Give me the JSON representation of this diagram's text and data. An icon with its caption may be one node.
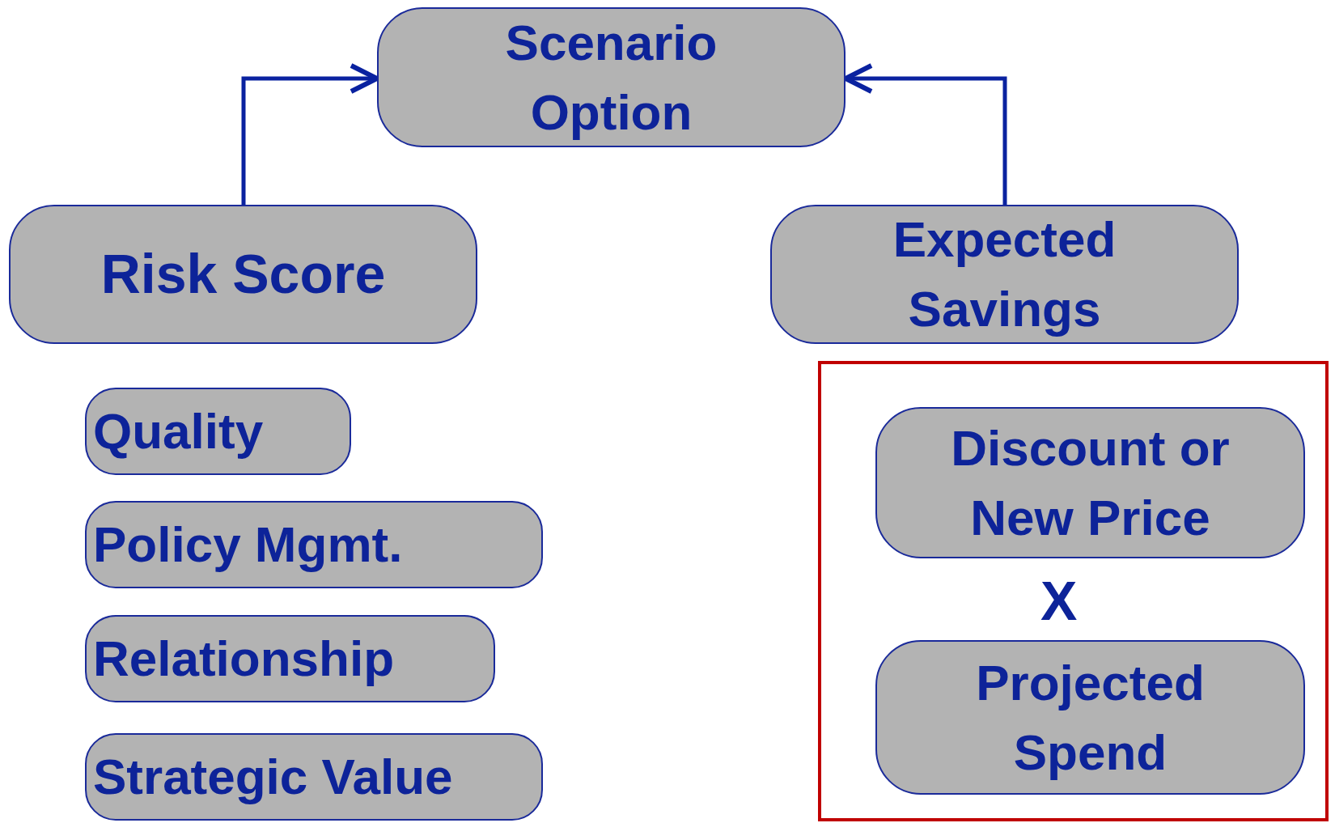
{
  "diagram": {
    "nodes": [
      {
        "text": [
          "Scenario Option"
        ]
      },
      {
        "text": [
          "Risk Score"
        ]
      },
      {
        "text": [
          "Expected Savings"
        ]
      },
      {
        "text": [
          "Quality"
        ]
      },
      {
        "text": [
          "Policy Mgmt."
        ]
      },
      {
        "text": [
          "Relationship"
        ]
      },
      {
        "text": [
          "Strategic Value"
        ]
      },
      {
        "text": [],
        "shape": "box"
      },
      {
        "text": [
          "Discount or New Price"
        ],
        "in": 7
      },
      {
        "text": [
          "Projected Spend"
        ],
        "in": 7
      }
    ],
    "edges": [
      {
        "from": 1,
        "to": 0,
        "arrow": "to"
      },
      {
        "from": 2,
        "to": 0,
        "arrow": "to"
      }
    ],
    "labels": [
      "X"
    ]
  }
}
